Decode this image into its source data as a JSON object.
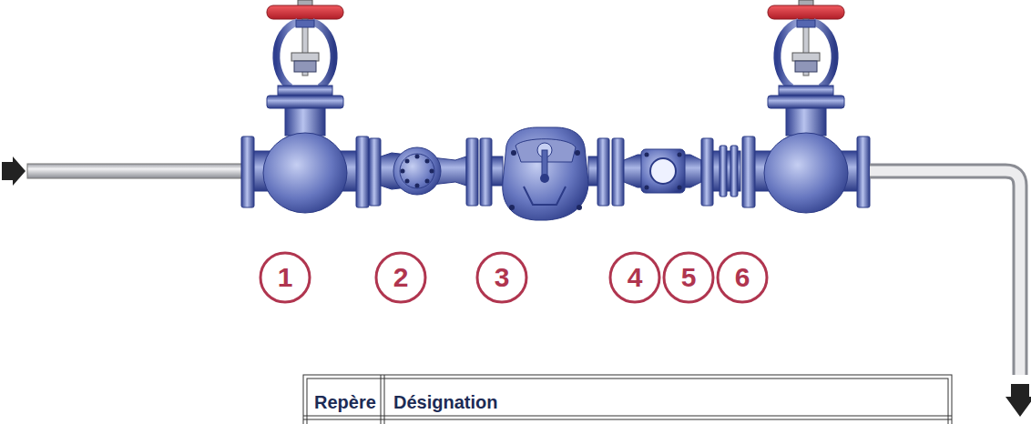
{
  "diagram": {
    "nodes": [
      {
        "text": [
          "1"
        ]
      },
      {
        "text": [
          "2"
        ]
      },
      {
        "text": [
          "3"
        ]
      },
      {
        "text": [
          "4"
        ]
      },
      {
        "text": [
          "5"
        ]
      },
      {
        "text": [
          "6"
        ]
      }
    ],
    "labels": [
      "Repère",
      "Désignation"
    ]
  }
}
